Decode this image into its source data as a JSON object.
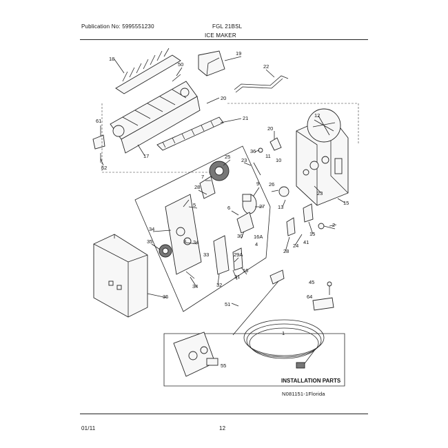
{
  "header": {
    "publication": "Publication No: 5995551230",
    "model": "FGL 21BSL",
    "section": "ICE MAKER"
  },
  "footer": {
    "date": "01/11",
    "page": "12"
  },
  "diagram": {
    "reference": "N081151-1Florida",
    "installation_title": "INSTALLATION PARTS",
    "callouts": [
      "18",
      "50",
      "19",
      "22",
      "20",
      "21",
      "61",
      "17",
      "62",
      "12",
      "20",
      "36",
      "11",
      "10",
      "25",
      "23",
      "23",
      "7",
      "28",
      "9",
      "26",
      "27",
      "13",
      "15",
      "5",
      "6",
      "15",
      "2",
      "34",
      "35",
      "34",
      "30",
      "16A",
      "3",
      "4",
      "41",
      "33",
      "29A",
      "16",
      "24",
      "28",
      "31",
      "32",
      "34",
      "36",
      "45",
      "64",
      "51",
      "1",
      "55"
    ]
  }
}
